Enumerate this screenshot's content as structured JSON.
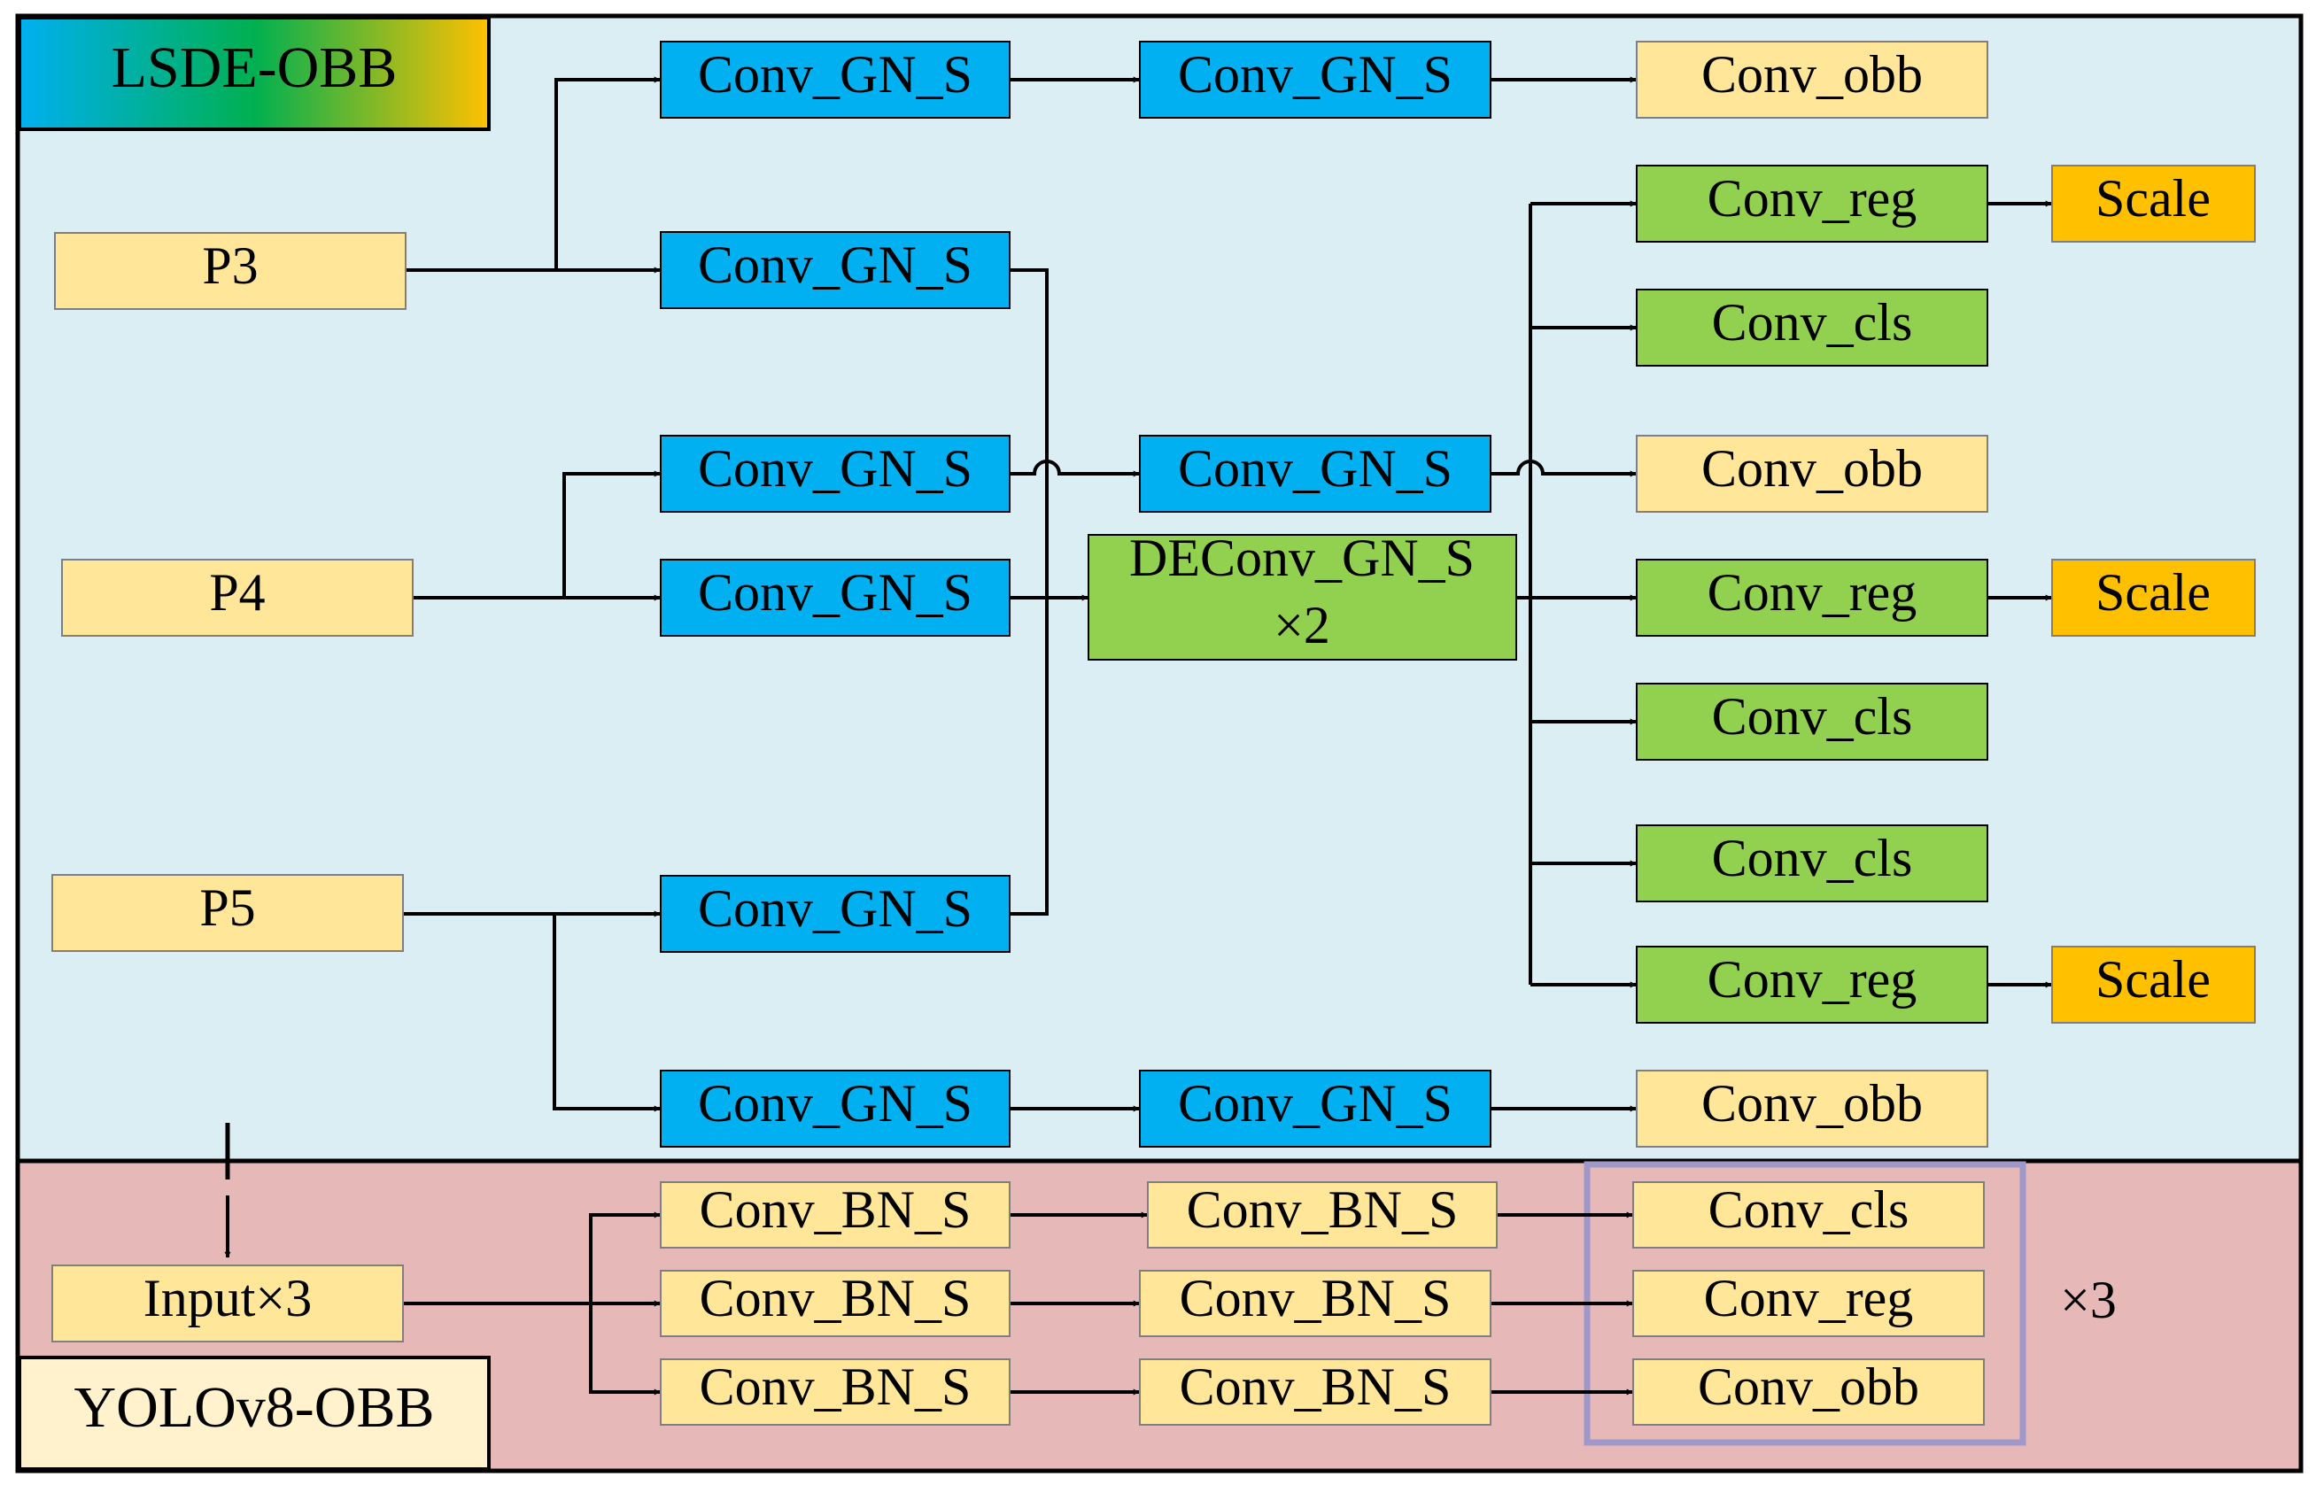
{
  "colors": {
    "lsde_region": "#dbeef4",
    "yolo_region": "#e6b9b8",
    "blue_block": "#00b0f0",
    "yellow_block": "#ffe699",
    "green_block": "#92d050",
    "orange_block": "#ffc000",
    "group_frame": "#9f98c8",
    "title_gradient": [
      "#00b0f0",
      "#00b050",
      "#ffc000"
    ]
  },
  "lsde": {
    "title": "LSDE-OBB",
    "inputs": {
      "p3": "P3",
      "p4": "P4",
      "p5": "P5"
    },
    "conv_gn_s": "Conv_GN_S",
    "deconv_line1": "DEConv_GN_S",
    "deconv_line2": "×2",
    "conv_obb": "Conv_obb",
    "conv_reg": "Conv_reg",
    "conv_cls": "Conv_cls",
    "scale": "Scale"
  },
  "yolo": {
    "title": "YOLOv8-OBB",
    "input": "Input×3",
    "conv_bn_s": "Conv_BN_S",
    "conv_cls": "Conv_cls",
    "conv_reg": "Conv_reg",
    "conv_obb": "Conv_obb",
    "repeat": "×3"
  }
}
